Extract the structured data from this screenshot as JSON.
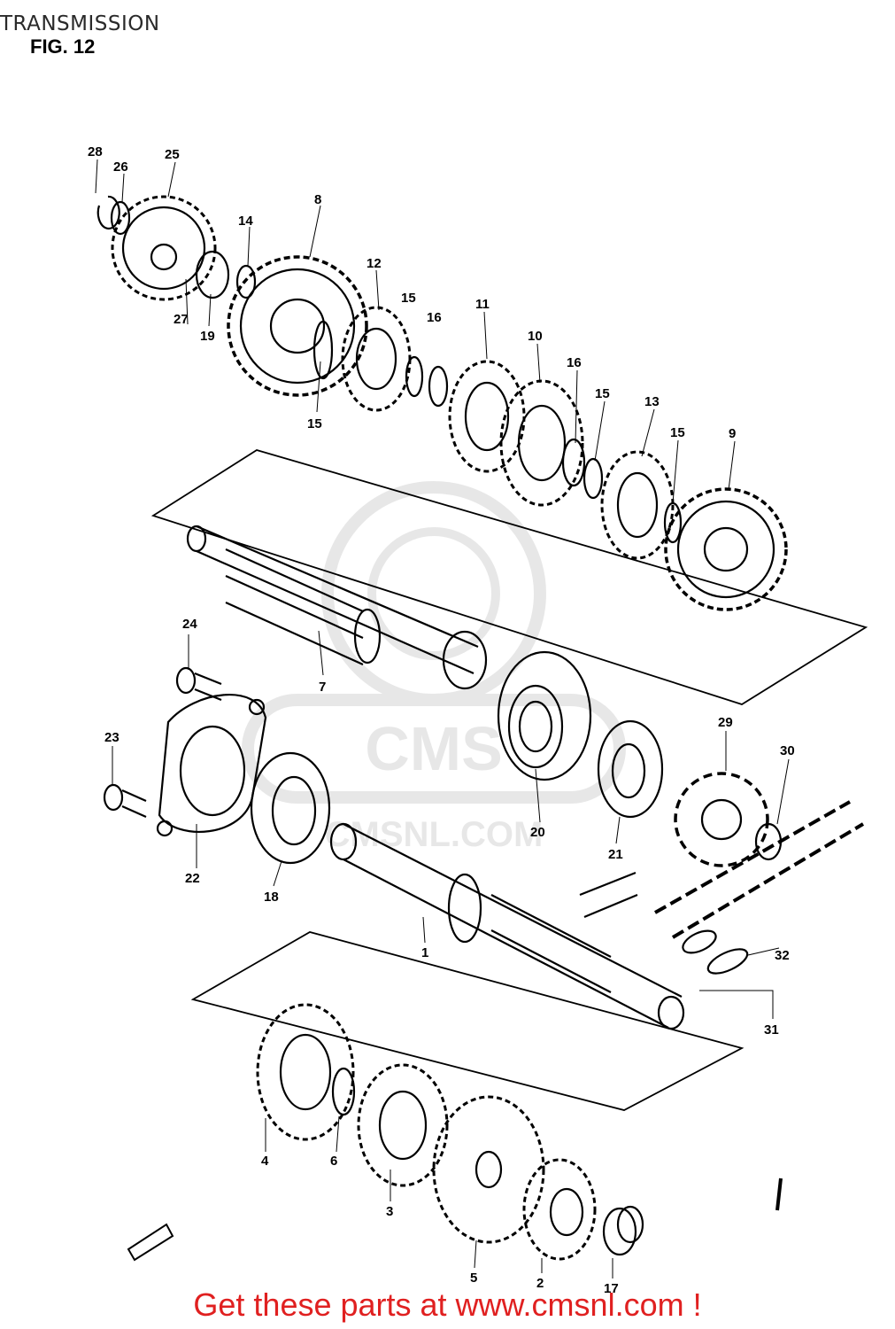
{
  "page": {
    "title": "TRANSMISSION",
    "figure": "FIG. 12",
    "footer": "Get these parts at www.cmsnl.com !"
  },
  "watermark": {
    "logo_text": "CMS",
    "url_text": "CMSNL.COM"
  },
  "parts": [
    {
      "id": "part-1",
      "label": "1"
    },
    {
      "id": "part-2",
      "label": "2"
    },
    {
      "id": "part-3",
      "label": "3"
    },
    {
      "id": "part-4",
      "label": "4"
    },
    {
      "id": "part-5",
      "label": "5"
    },
    {
      "id": "part-6",
      "label": "6"
    },
    {
      "id": "part-7",
      "label": "7"
    },
    {
      "id": "part-8",
      "label": "8"
    },
    {
      "id": "part-9",
      "label": "9"
    },
    {
      "id": "part-10",
      "label": "10"
    },
    {
      "id": "part-11",
      "label": "11"
    },
    {
      "id": "part-12",
      "label": "12"
    },
    {
      "id": "part-13",
      "label": "13"
    },
    {
      "id": "part-14",
      "label": "14"
    },
    {
      "id": "part-15a",
      "label": "15"
    },
    {
      "id": "part-15b",
      "label": "15"
    },
    {
      "id": "part-15c",
      "label": "15"
    },
    {
      "id": "part-15d",
      "label": "15"
    },
    {
      "id": "part-16a",
      "label": "16"
    },
    {
      "id": "part-16b",
      "label": "16"
    },
    {
      "id": "part-17",
      "label": "17"
    },
    {
      "id": "part-18",
      "label": "18"
    },
    {
      "id": "part-19",
      "label": "19"
    },
    {
      "id": "part-20",
      "label": "20"
    },
    {
      "id": "part-21",
      "label": "21"
    },
    {
      "id": "part-22",
      "label": "22"
    },
    {
      "id": "part-23",
      "label": "23"
    },
    {
      "id": "part-24",
      "label": "24"
    },
    {
      "id": "part-25",
      "label": "25"
    },
    {
      "id": "part-26",
      "label": "26"
    },
    {
      "id": "part-27",
      "label": "27"
    },
    {
      "id": "part-28",
      "label": "28"
    },
    {
      "id": "part-29",
      "label": "29"
    },
    {
      "id": "part-30",
      "label": "30"
    },
    {
      "id": "part-31",
      "label": "31"
    },
    {
      "id": "part-32",
      "label": "32"
    }
  ]
}
